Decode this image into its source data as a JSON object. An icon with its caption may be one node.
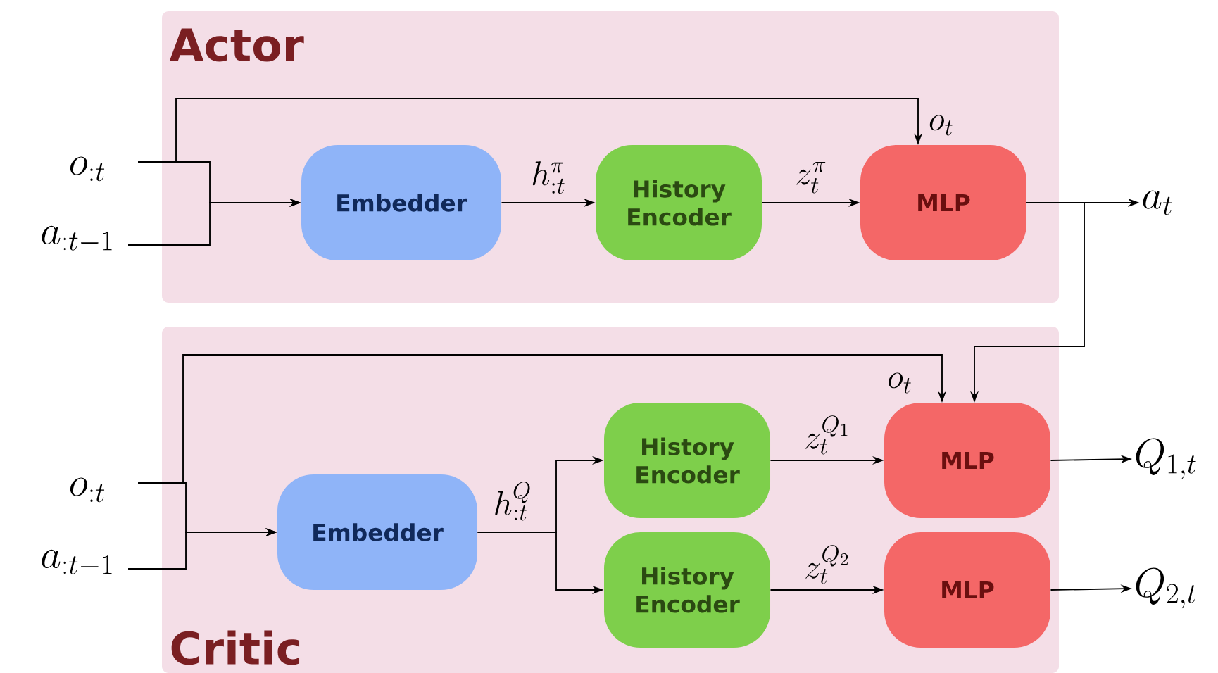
{
  "diagram": {
    "nodes": [
      {
        "text": [
          "Actor"
        ]
      },
      {
        "text": [
          "o_{:t}"
        ]
      },
      {
        "text": [
          "a_{:t-1}"
        ]
      },
      {
        "text": [
          "Embedder"
        ],
        "in": 0
      },
      {
        "text": [
          "History Encoder"
        ],
        "in": 0
      },
      {
        "text": [
          "MLP"
        ],
        "in": 0
      },
      {
        "text": [
          "a_t"
        ]
      },
      {
        "text": [
          "Critic"
        ]
      },
      {
        "text": [
          "o_{:t}"
        ]
      },
      {
        "text": [
          "a_{:t-1}"
        ]
      },
      {
        "text": [
          "Embedder"
        ],
        "in": 7
      },
      {
        "text": [
          "History Encoder"
        ],
        "in": 7
      },
      {
        "text": [
          "History Encoder"
        ],
        "in": 7
      },
      {
        "text": [
          "MLP"
        ],
        "in": 7
      },
      {
        "text": [
          "MLP"
        ],
        "in": 7
      },
      {
        "text": [
          "Q_{1,t}"
        ]
      },
      {
        "text": [
          "Q_{2,t}"
        ]
      }
    ],
    "edges": [
      {
        "from": 1,
        "to": 3,
        "arrow": "to"
      },
      {
        "from": 2,
        "to": 3,
        "arrow": "to"
      },
      {
        "from": 3,
        "to": 4,
        "arrow": "to",
        "label": "h^{\\pi}_{:t}"
      },
      {
        "from": 4,
        "to": 5,
        "arrow": "to",
        "label": "z^{\\pi}_{t}"
      },
      {
        "from": 1,
        "to": 5,
        "arrow": "to",
        "label": "o_t"
      },
      {
        "from": 5,
        "to": 6,
        "arrow": "to"
      },
      {
        "from": 5,
        "to": 13,
        "arrow": "to"
      },
      {
        "from": 8,
        "to": 10,
        "arrow": "to"
      },
      {
        "from": 9,
        "to": 10,
        "arrow": "to"
      },
      {
        "from": 10,
        "to": 11,
        "arrow": "to",
        "label": "h^{Q}_{:t}"
      },
      {
        "from": 10,
        "to": 12,
        "arrow": "to"
      },
      {
        "from": 11,
        "to": 13,
        "arrow": "to",
        "label": "z^{Q_1}_{t}"
      },
      {
        "from": 12,
        "to": 14,
        "arrow": "to",
        "label": "z^{Q_2}_{t}"
      },
      {
        "from": 8,
        "to": 13,
        "arrow": "to",
        "label": "o_t"
      },
      {
        "from": 13,
        "to": 15,
        "arrow": "to"
      },
      {
        "from": 14,
        "to": 16,
        "arrow": "to"
      }
    ]
  }
}
